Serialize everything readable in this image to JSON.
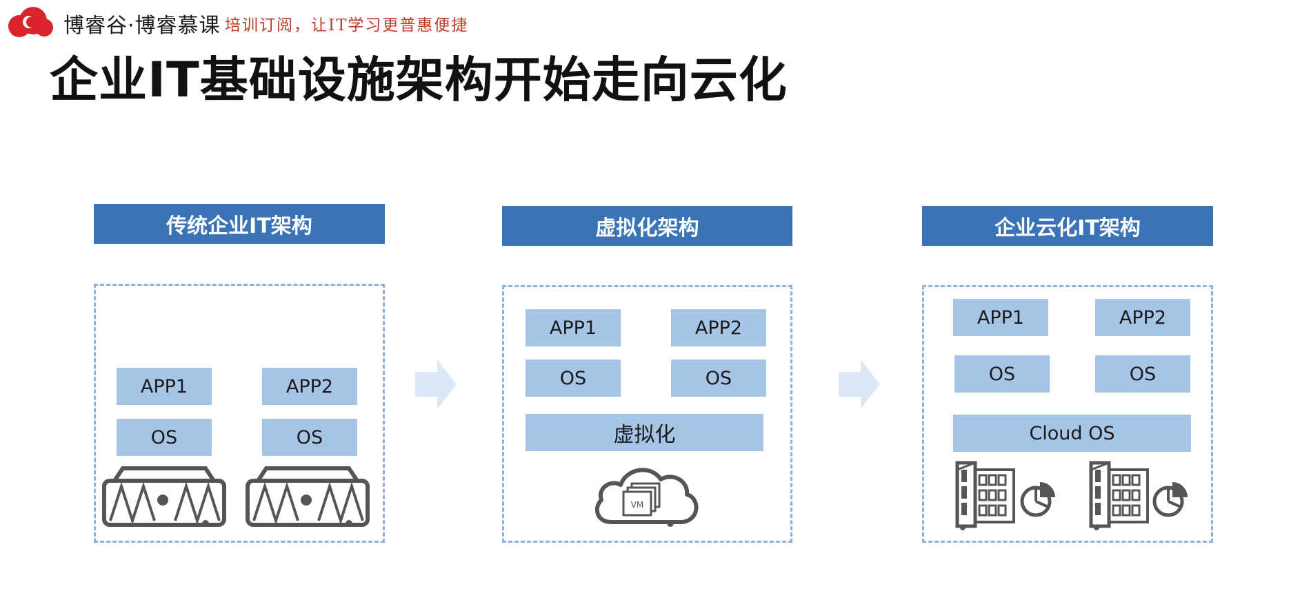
{
  "header": {
    "brand": "博睿谷·博睿慕课",
    "slogan": "培训订阅，让IT学习更普惠便捷",
    "title": "企业IT基础设施架构开始走向云化"
  },
  "icons": {
    "logo": "cloud-logo-icon",
    "server": "server-icon",
    "arrow": "arrow-right-icon",
    "cloud": "cloud-icon",
    "rack": "server-rack-icon",
    "pie": "pie-chart-icon"
  },
  "colors": {
    "header_bar": "#3a73b6",
    "block": "#a6c4e6",
    "frame_border": "#8fb1d8",
    "arrow": "#dce8f5",
    "slogan": "#c0392b",
    "logo": "#d9232d"
  },
  "columns": {
    "traditional": {
      "title": "传统企业IT架构",
      "app1": "APP1",
      "app2": "APP2",
      "os1": "OS",
      "os2": "OS"
    },
    "virtual": {
      "title": "虚拟化架构",
      "app1": "APP1",
      "app2": "APP2",
      "os1": "OS",
      "os2": "OS",
      "layer": "虚拟化",
      "vm_label": "VM"
    },
    "cloud": {
      "title": "企业云化IT架构",
      "app1": "APP1",
      "app2": "APP2",
      "os1": "OS",
      "os2": "OS",
      "layer": "Cloud OS"
    }
  }
}
